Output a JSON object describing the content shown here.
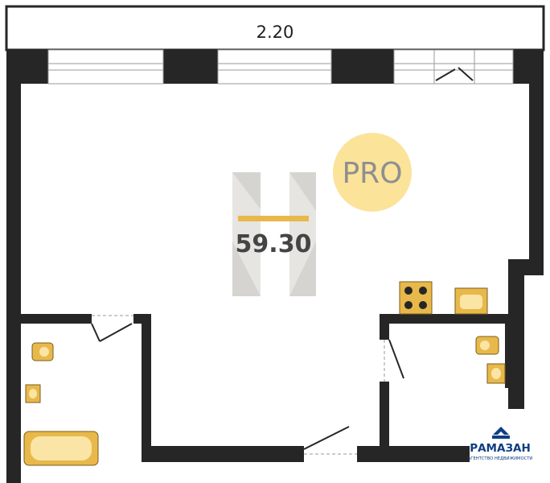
{
  "plan": {
    "balcony_area": "2.20",
    "main_area": "59.30",
    "badge": "PRO",
    "brand": {
      "name": "РАМАЗАН",
      "tagline": "АГЕНТСТВО НЕДВИЖИМОСТИ"
    },
    "colors": {
      "wall": "#262626",
      "fixture": "#e8b84a",
      "badge": "#fbe39a",
      "badge_text": "#8f8f8f",
      "brand_blue": "#0f3e82"
    }
  }
}
